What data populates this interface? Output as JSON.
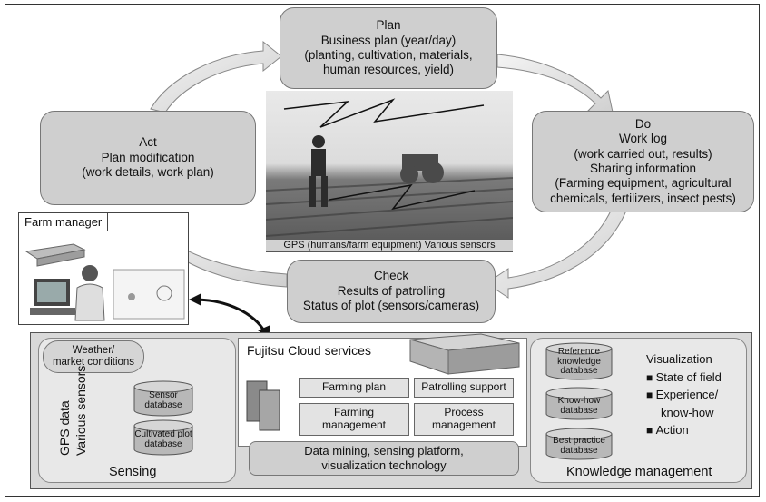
{
  "plan": {
    "title": "Plan",
    "line1": "Business plan (year/day)",
    "line2": "(planting, cultivation, materials,",
    "line3": "human resources, yield)"
  },
  "do": {
    "title": "Do",
    "line1": "Work log",
    "line2": "(work carried out, results)",
    "line3": "Sharing information",
    "line4": "(Farming equipment, agricultural",
    "line5": "chemicals, fertilizers, insect pests)"
  },
  "check": {
    "title": "Check",
    "line1": "Results of patrolling",
    "line2": "Status of plot (sensors/cameras)"
  },
  "act": {
    "title": "Act",
    "line1": "Plan modification",
    "line2": "(work details, work plan)"
  },
  "photo_caption": "GPS (humans/farm equipment) Various sensors",
  "farm_manager": "Farm manager",
  "sensing": {
    "weather_line1": "Weather/",
    "weather_line2": "market conditions",
    "gps_data": "GPS data",
    "various_sensors": "Various sensors",
    "sensor_db_line1": "Sensor",
    "sensor_db_line2": "database",
    "plot_db_line1": "Cultivated plot",
    "plot_db_line2": "database",
    "label": "Sensing"
  },
  "cloud": {
    "title": "Fujitsu Cloud services",
    "farming_plan": "Farming plan",
    "patrolling_support": "Patrolling support",
    "farming_mgmt_line1": "Farming",
    "farming_mgmt_line2": "management",
    "process_mgmt_line1": "Process",
    "process_mgmt_line2": "management",
    "mining_line1": "Data mining, sensing platform,",
    "mining_line2": "visualization technology"
  },
  "knowledge": {
    "ref_db_line1": "Reference",
    "ref_db_line2": "knowledge",
    "ref_db_line3": "database",
    "knowhow_db_line1": "Know-how",
    "knowhow_db_line2": "database",
    "best_db_line1": "Best practice",
    "best_db_line2": "database",
    "visualization": "Visualization",
    "item1": "State of field",
    "item2a": "Experience/",
    "item2b": "know-how",
    "item3": "Action",
    "label": "Knowledge management"
  }
}
